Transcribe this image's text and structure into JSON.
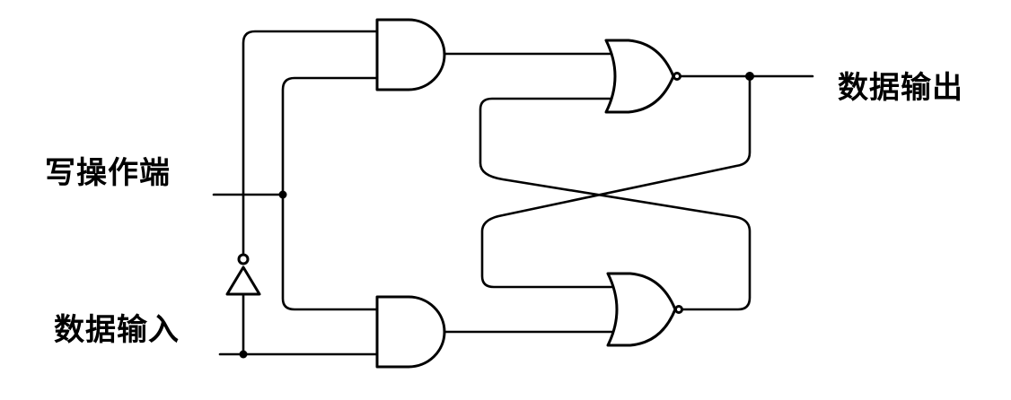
{
  "diagram": {
    "type": "gated D latch (NOR SR latch with AND gating)",
    "labels": {
      "write_enable": "写操作端",
      "data_input": "数据输入",
      "data_output": "数据输出"
    },
    "components": [
      {
        "id": "and-top",
        "kind": "AND"
      },
      {
        "id": "and-bottom",
        "kind": "AND"
      },
      {
        "id": "nor-top",
        "kind": "NOR"
      },
      {
        "id": "nor-bottom",
        "kind": "NOR"
      },
      {
        "id": "inverter",
        "kind": "NOT"
      }
    ],
    "colors": {
      "line": "#000000",
      "background": "#ffffff"
    }
  }
}
